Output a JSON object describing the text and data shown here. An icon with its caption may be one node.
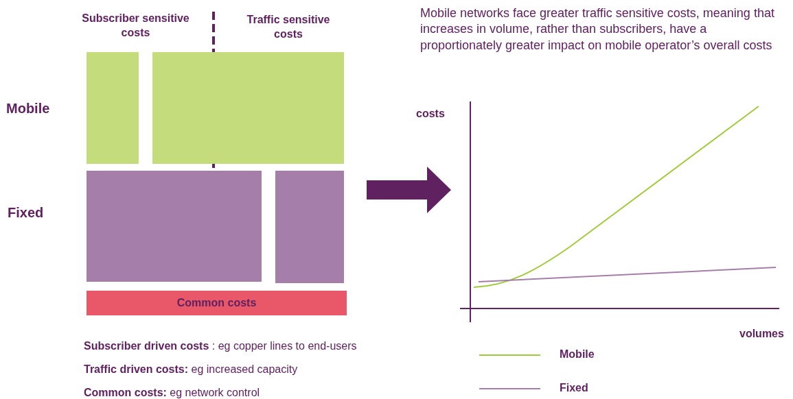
{
  "diagram": {
    "nodes": [
      {
        "text": [],
        "shape": "box"
      },
      {
        "text": [],
        "shape": "box"
      },
      {
        "text": [],
        "shape": "box"
      },
      {
        "text": [],
        "shape": "box"
      },
      {
        "text": [
          "Common costs"
        ]
      },
      {
        "text": [],
        "shape": "picture"
      }
    ],
    "edges": [
      {
        "from": null,
        "to": 5,
        "arrow": "to"
      }
    ],
    "labels": [
      "Subscriber sensitive costs",
      "Traffic sensitive costs",
      "Mobile networks face greater traffic sensitive costs, meaning that increases in volume, rather than subscribers, have a proportionately greater impact on mobile operator’s overall costs",
      "Mobile",
      "costs",
      "Fixed",
      "volumes",
      "**Subscriber driven costs** : eg copper lines to end-users",
      "**Traffic driven costs:** eg increased capacity",
      "**Common costs:** eg network control"
    ],
    "legend": [
      {
        "text": "Mobile"
      },
      {
        "text": "Fixed"
      }
    ]
  }
}
